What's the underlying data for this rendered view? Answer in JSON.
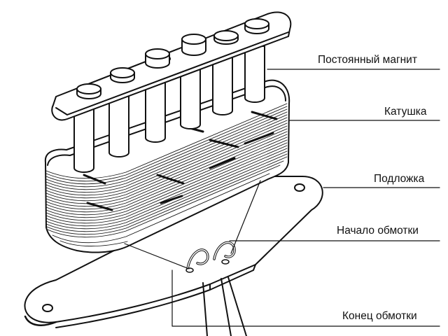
{
  "labels": {
    "permanent_magnet": "Постоянный магнит",
    "coil": "Катушка",
    "base_plate": "Подложка",
    "winding_start": "Начало обмотки",
    "winding_end": "Конец обмотки"
  },
  "colors": {
    "ink": "#111111",
    "paper": "#ffffff"
  }
}
